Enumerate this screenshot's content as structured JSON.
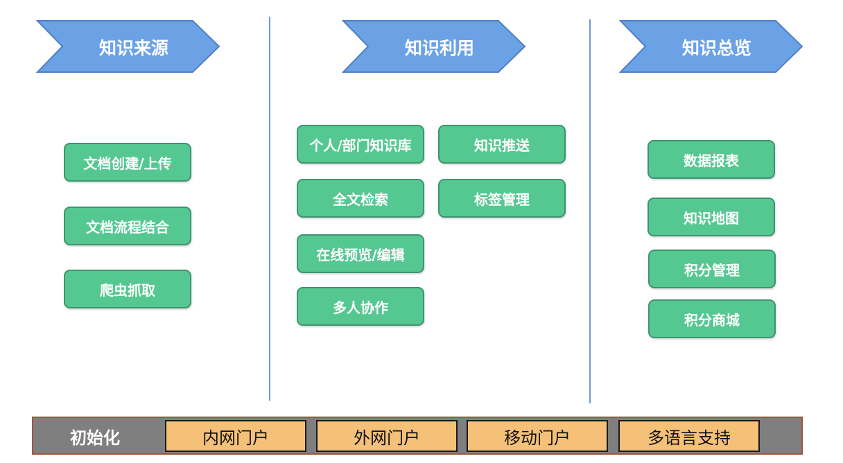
{
  "colors": {
    "chevron_fill": "#6ba2e6",
    "chevron_stroke": "#4f7fc4",
    "box_fill": "#55c891",
    "box_border": "#3d9470",
    "divider": "#6a9ad6",
    "bottom_bar": "#7f7f7f",
    "portal_fill": "#f5c178"
  },
  "columns": [
    {
      "header": "知识来源",
      "items": [
        "文档创建/上传",
        "文档流程结合",
        "爬虫抓取"
      ]
    },
    {
      "header": "知识利用",
      "items": [
        "个人/部门知识库",
        "知识推送",
        "全文检索",
        "标签管理",
        "在线预览/编辑",
        "多人协作"
      ]
    },
    {
      "header": "知识总览",
      "items": [
        "数据报表",
        "知识地图",
        "积分管理",
        "积分商城"
      ]
    }
  ],
  "bottom": {
    "title": "初始化",
    "portals": [
      "内网门户",
      "外网门户",
      "移动门户",
      "多语言支持"
    ]
  }
}
